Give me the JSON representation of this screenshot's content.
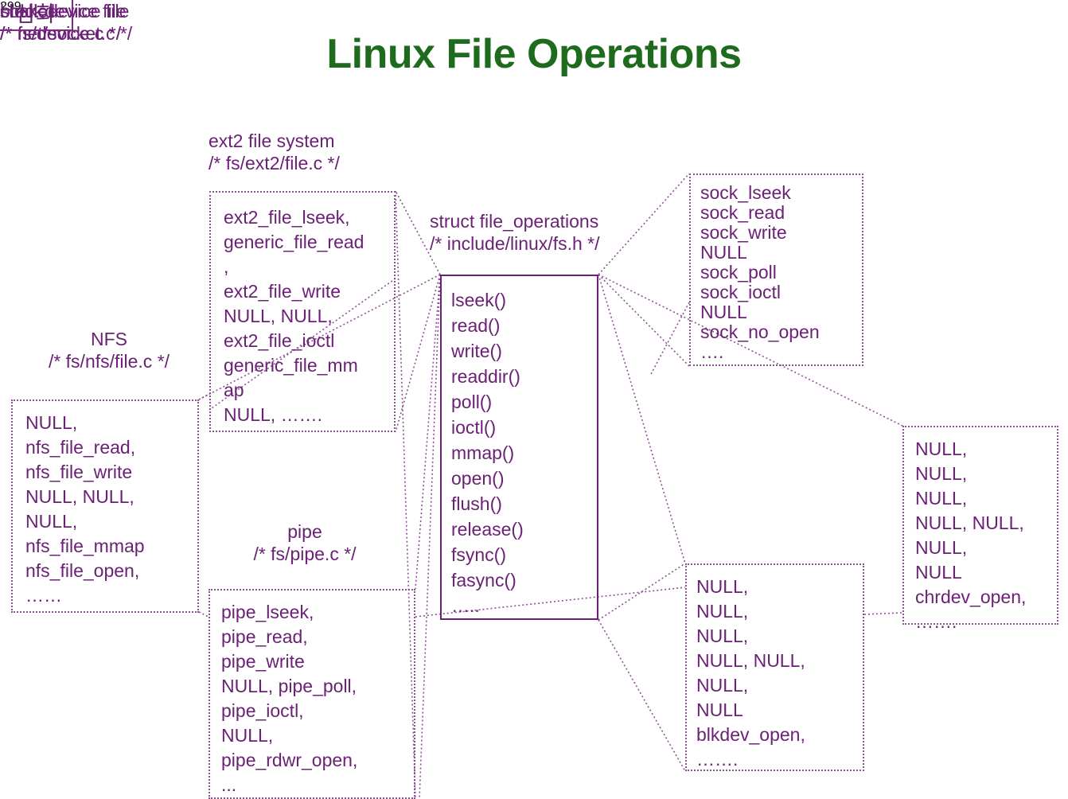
{
  "slide": {
    "corner_tag": "심화",
    "title": "Linux File Operations",
    "page_number": "299",
    "accent_purple": "#6B2175",
    "title_green": "#1E6B1E",
    "border_purple": "#8E4F96"
  },
  "groups": {
    "nfs": {
      "label": "NFS\n/* fs/nfs/file.c */",
      "code": "NULL,\nnfs_file_read,\nnfs_file_write\nNULL, NULL,\nNULL,\nnfs_file_mmap\nnfs_file_open,\n……"
    },
    "ext2": {
      "label": "ext2 file system\n/* fs/ext2/file.c */",
      "code": "ext2_file_lseek,\ngeneric_file_read\n,\next2_file_write\nNULL, NULL,\next2_file_ioctl\ngeneric_file_mm\nap\nNULL, ……."
    },
    "pipe": {
      "label": "pipe\n /* fs/pipe.c */",
      "code": "pipe_lseek,\npipe_read,\npipe_write\nNULL, pipe_poll,\npipe_ioctl,\nNULL,\npipe_rdwr_open,\n..."
    },
    "file_operations": {
      "label": "struct file_operations\n/* include/linux/fs.h */",
      "code": "lseek()\nread()\nwrite()\nreaddir()\npoll()\nioctl()\nmmap()\nopen()\nflush()\nrelease()\nfsync()\nfasync()\n….."
    },
    "socket": {
      "label": "socket\n/* net/socket.c */",
      "code": "sock_lseek\nsock_read\nsock_write\nNULL\nsock_poll\nsock_ioctl\nNULL\nsock_no_open\n…."
    },
    "block_device": {
      "label": "block device file\n/* fs/device.c */",
      "code": "NULL,\nNULL,\nNULL,\nNULL, NULL,\nNULL,\nNULL\nblkdev_open,\n……."
    },
    "char_device": {
      "label": "char. device file\n/* fs/device.c */",
      "code": "NULL,\nNULL,\nNULL,\nNULL, NULL,\nNULL,\nNULL\nchrdev_open,\n……."
    }
  }
}
